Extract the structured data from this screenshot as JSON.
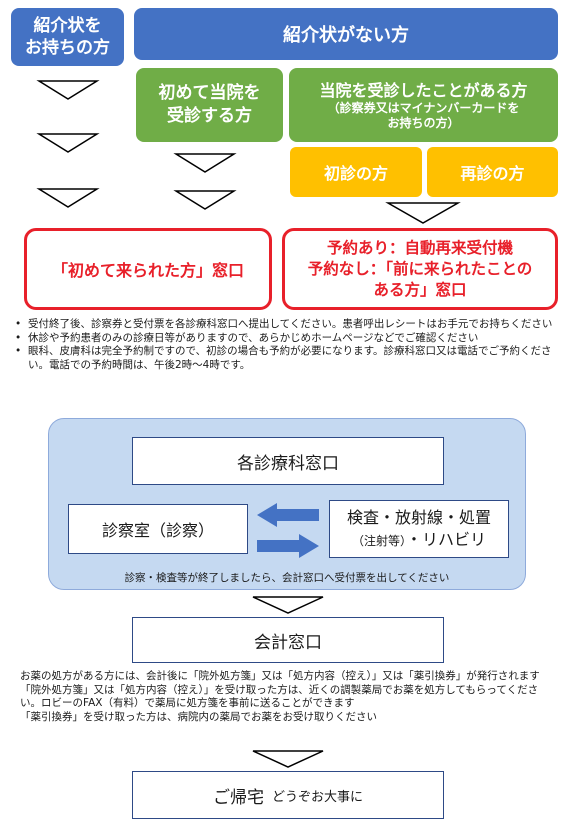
{
  "header": {
    "with_referral": "紹介状を\nお持ちの方",
    "without_referral": "紹介状がない方"
  },
  "categories": {
    "first_visit": "初めて当院を\n受診する方",
    "returning": {
      "title": "当院を受診したことがある方",
      "sub": "（診察券又はマイナンバーカードを\nお持ちの方）"
    },
    "shoshin": "初診の方",
    "saishin": "再診の方"
  },
  "windows": {
    "first_window": "「初めて来られた方」窓口",
    "appt_yes": "予約あり：自動再来受付機",
    "appt_no_1": "予約なし：「前に来られたことの",
    "appt_no_2": "ある方」窓口"
  },
  "notes": [
    "受付終了後、診察券と受付票を各診療科窓口へ提出してください。患者呼出レシートはお手元でお持ちください",
    "休診や予約患者のみの診療日等がありますので、あらかじめホームページなどでご確認ください",
    "眼科、皮膚科は完全予約制ですので、初診の場合も予約が必要になります。診療科窓口又は電話でご予約ください。電話での予約時間は、午後2時～4時です。"
  ],
  "clinic": {
    "department_window": "各診療科窓口",
    "exam_room": "診察室（診察）",
    "tests_1": "検査・放射線・処置",
    "tests_2_small": "（注射等）",
    "tests_2": "・リハビリ",
    "footer_note": "診察・検査等が終了しましたら、会計窓口へ受付票を出してください"
  },
  "accounting": {
    "label": "会計窓口"
  },
  "prescription_notes": [
    "お薬の処方がある方には、会計後に「院外処方箋」又は「処方内容（控え）」又は「薬引換券」が発行されます",
    "「院外処方箋」又は「処方内容（控え）」を受け取った方は、近くの調製薬局でお薬を処方してもらってください。ロビーのFAX（有料）で薬局に処方箋を事前に送ることができます",
    "「薬引換券」を受け取った方は、病院内の薬局でお薬をお受け取りください"
  ],
  "home": {
    "label": "ご帰宅",
    "sub": "どうぞお大事に"
  },
  "colors": {
    "blue": "#4472c4",
    "green": "#70ad47",
    "yellow": "#ffc000",
    "red": "#e8202a",
    "panel": "#c5d9f1"
  }
}
